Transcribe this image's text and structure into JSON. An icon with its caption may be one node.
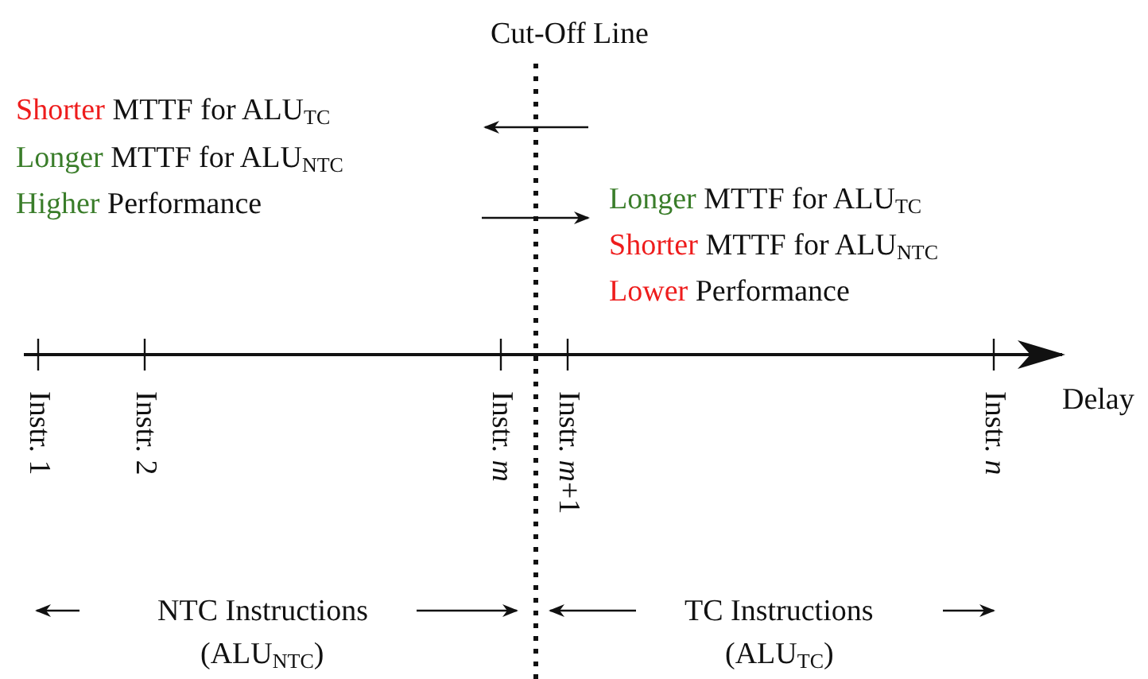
{
  "diagram": {
    "labels": [
      "Cut-Off Line",
      "Shorter MTTF for ALU$_{TC}$",
      "Longer MTTF for ALU$_{NTC}$",
      "Higher Performance",
      "Longer MTTF for ALU$_{TC}$",
      "Shorter MTTF for ALU$_{NTC}$",
      "Lower Performance",
      "Delay",
      "Instr. 1",
      "Instr. 2",
      "Instr. *m*",
      "Instr. *m*+1",
      "Instr. *n*",
      "NTC Instructions",
      "(ALU$_{NTC}$)",
      "TC Instructions",
      "(ALU$_{TC}$)"
    ]
  }
}
